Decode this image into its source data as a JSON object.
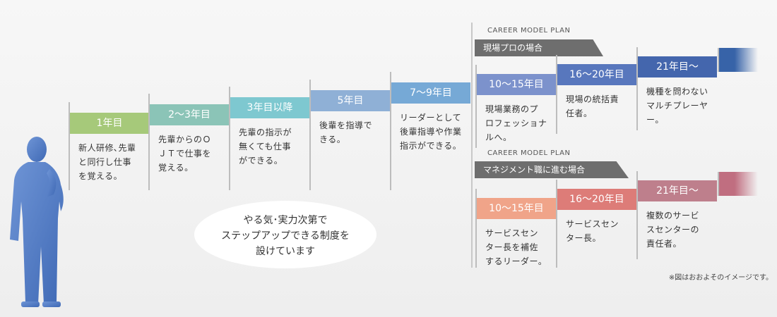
{
  "steps": [
    {
      "id": "step-1",
      "head": "1年目",
      "body": "新人研修､先輩\nと同行し仕事\nを覚える。",
      "color": "#a6c97a"
    },
    {
      "id": "step-2",
      "head": "2～3年目",
      "body": "先輩からのＯ\nＪＴで仕事を\n覚える。",
      "color": "#8bc4b7"
    },
    {
      "id": "step-3",
      "head": "3年目以降",
      "body": "先輩の指示が\n無くても仕事\nができる。",
      "color": "#7ec8d0"
    },
    {
      "id": "step-4",
      "head": "5年目",
      "body": "後輩を指導で\nきる。",
      "color": "#8fb0d6"
    },
    {
      "id": "step-5",
      "head": "7～9年目",
      "body": "リーダーとして\n後輩指導や作業\n指示ができる。",
      "color": "#76a9d6"
    }
  ],
  "pro": {
    "label": "CAREER MODEL PLAN",
    "banner": "現場プロの場合",
    "steps": [
      {
        "head": "10～15年目",
        "body": "現場業務のプ\nロフェッショナ\nルへ。",
        "color": "#7c92cc"
      },
      {
        "head": "16～20年目",
        "body": "現場の統括責\n任者。",
        "color": "#5877bd"
      },
      {
        "head": "21年目～",
        "body": "機種を問わない\nマルチプレーヤ\nー。",
        "color": "#4466ad"
      }
    ],
    "fade_color": "#3763a8"
  },
  "mgmt": {
    "label": "CAREER MODEL PLAN",
    "banner": "マネジメント職に進む場合",
    "steps": [
      {
        "head": "10～15年目",
        "body": "サービスセン\nター長を補佐\nするリーダー。",
        "color": "#f0a489"
      },
      {
        "head": "16～20年目",
        "body": "サービスセン\nター長。",
        "color": "#dd7c78"
      },
      {
        "head": "21年目～",
        "body": "複数のサービ\nスセンターの\n責任者。",
        "color": "#be7f8c"
      }
    ],
    "fade_color": "#c06e80"
  },
  "bubble": {
    "line1": "やる気･実力次第で",
    "line2": "ステップアップできる制度を",
    "line3": "設けています"
  },
  "note": "※図はおおよそのイメージです。"
}
